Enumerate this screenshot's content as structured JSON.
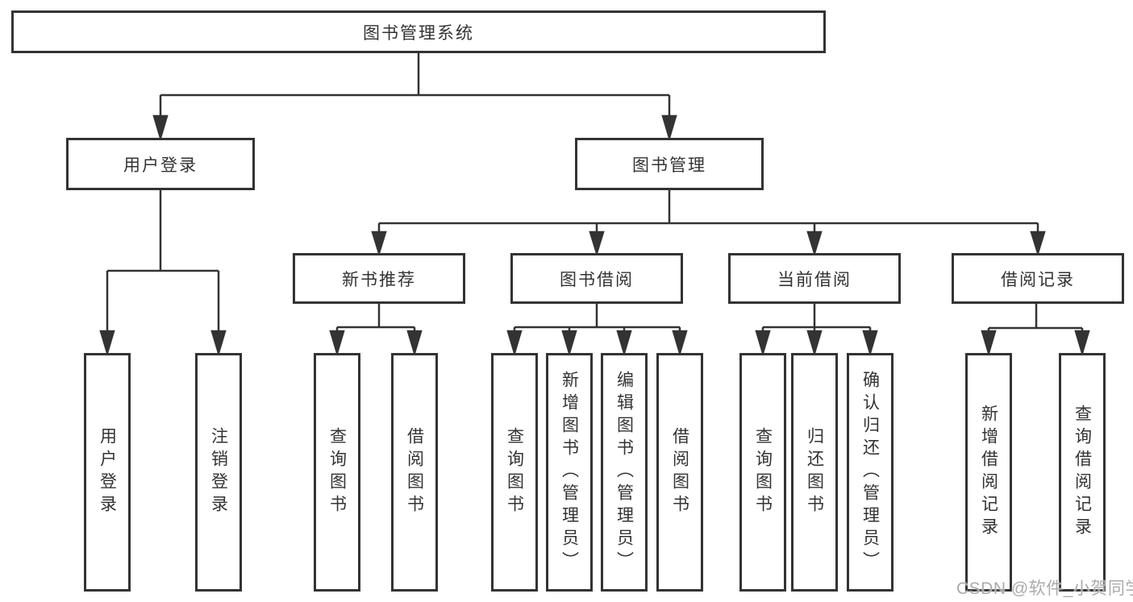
{
  "tree": {
    "label": "图书管理系统",
    "children": [
      {
        "label": "用户登录",
        "children": [
          {
            "label": "用户登录"
          },
          {
            "label": "注销登录"
          }
        ]
      },
      {
        "label": "图书管理",
        "children": [
          {
            "label": "新书推荐",
            "children": [
              {
                "label": "查询图书"
              },
              {
                "label": "借阅图书"
              }
            ]
          },
          {
            "label": "图书借阅",
            "children": [
              {
                "label": "查询图书"
              },
              {
                "label": "新增图书（管理员）"
              },
              {
                "label": "编辑图书（管理员）"
              },
              {
                "label": "借阅图书"
              }
            ]
          },
          {
            "label": "当前借阅",
            "children": [
              {
                "label": "查询图书"
              },
              {
                "label": "归还图书"
              },
              {
                "label": "确认归还（管理员）"
              }
            ]
          },
          {
            "label": "借阅记录",
            "children": [
              {
                "label": "新增借阅记录"
              },
              {
                "label": "查询借阅记录"
              }
            ]
          }
        ]
      }
    ]
  },
  "watermark": {
    "text": "CSDN @软件_小贺同学"
  },
  "colors": {
    "line": "#333333",
    "border": "#333333",
    "text": "#333333",
    "watermark": "#ababab",
    "background": "#ffffff"
  }
}
